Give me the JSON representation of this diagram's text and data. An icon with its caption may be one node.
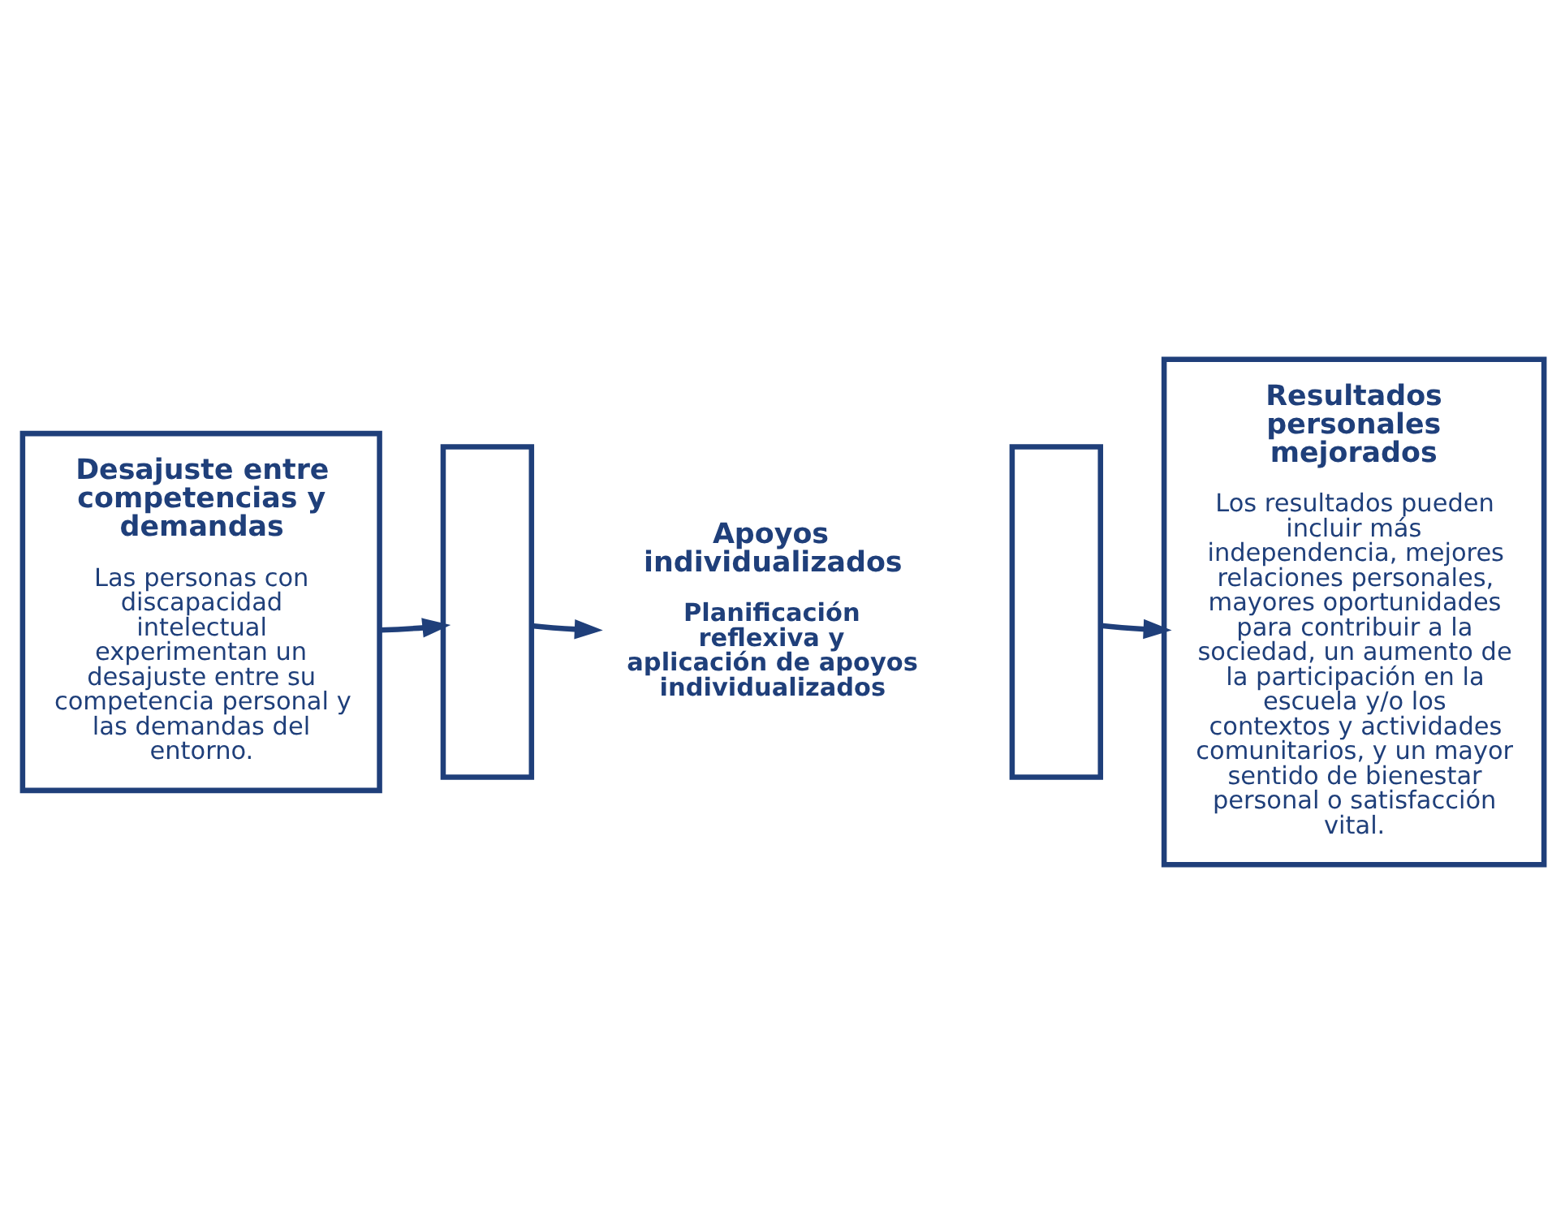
{
  "diagram": {
    "nodes": [
      {
        "text": [
          "Desajuste entre competencias y demandas",
          "Las personas con discapacidad intelectual experimentan un desajuste entre su competencia personal y las demandas del entorno."
        ]
      },
      {
        "text": [],
        "shape": "box"
      },
      {
        "text": [
          "Apoyos individualizados",
          "Planificación reflexiva y aplicación de apoyos individualizados"
        ]
      },
      {
        "text": [],
        "shape": "box"
      },
      {
        "text": [
          "Resultados personales mejorados",
          "Los resultados pueden incluir más independencia, mejores relaciones personales, mayores oportunidades para contribuir a la sociedad, un aumento de la participación en la escuela y/o los contextos y actividades comunitarios, y un mayor sentido de bienestar personal o satisfacción vital."
        ]
      }
    ],
    "edges": [
      {
        "from": 0,
        "to": 1,
        "arrow": "to"
      },
      {
        "from": 1,
        "to": 2,
        "arrow": "to"
      },
      {
        "from": 3,
        "to": 4,
        "arrow": "to"
      }
    ]
  }
}
